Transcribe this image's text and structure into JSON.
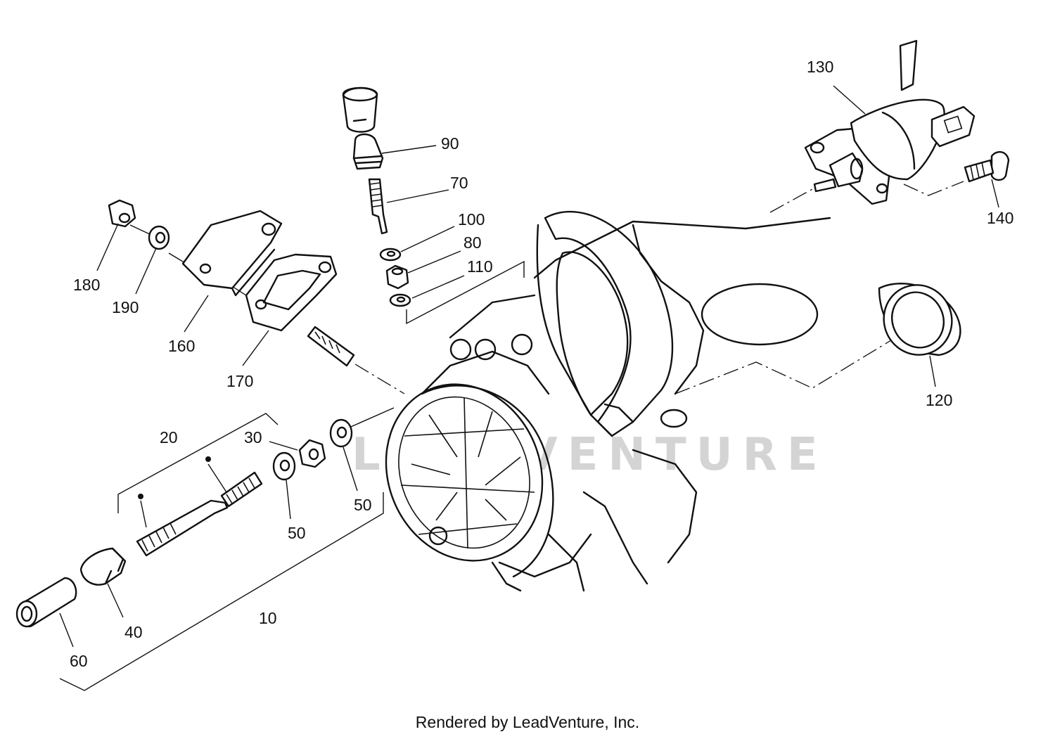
{
  "watermark": "LEADVENTURE",
  "footer": "Rendered by LeadVenture, Inc.",
  "callouts": {
    "c10": "10",
    "c20": "20",
    "c30": "30",
    "c40": "40",
    "c50a": "50",
    "c50b": "50",
    "c60": "60",
    "c70": "70",
    "c80": "80",
    "c90": "90",
    "c100": "100",
    "c110": "110",
    "c120": "120",
    "c130": "130",
    "c140": "140",
    "c160": "160",
    "c170": "170",
    "c180": "180",
    "c190": "190"
  }
}
